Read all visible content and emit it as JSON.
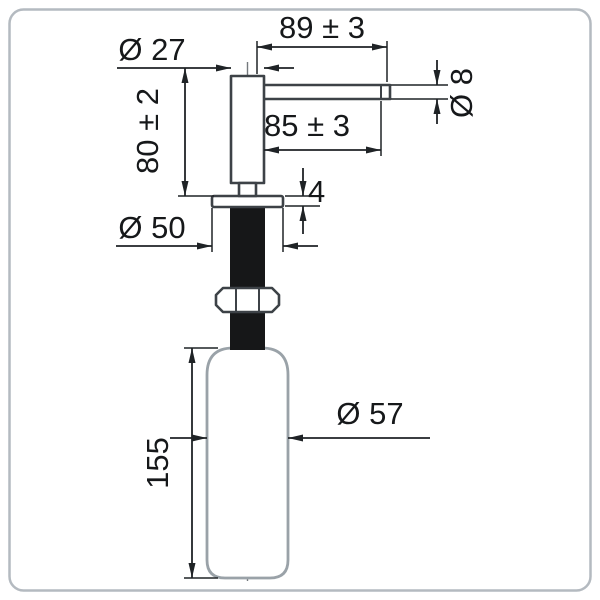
{
  "diagram": {
    "kind": "technical-drawing",
    "subject": "soap-dispenser-dimension-drawing",
    "dimensions": {
      "spout_length": "89 ± 3",
      "head_diameter": "Ø 27",
      "tube_diameter": "Ø 8",
      "head_height": "80 ± 2",
      "spout_reach": "85 ± 3",
      "flange_thickness": "4",
      "flange_diameter": "Ø 50",
      "bottle_height": "155",
      "bottle_diameter": "Ø 57"
    },
    "colors": {
      "dimension_lines": "#1f2326",
      "part_outline": "#3d4247",
      "bottle_outline": "#9aa2a8",
      "shank_fill": "#161718",
      "frame_border": "#b4bac0",
      "background": "#ffffff"
    }
  }
}
